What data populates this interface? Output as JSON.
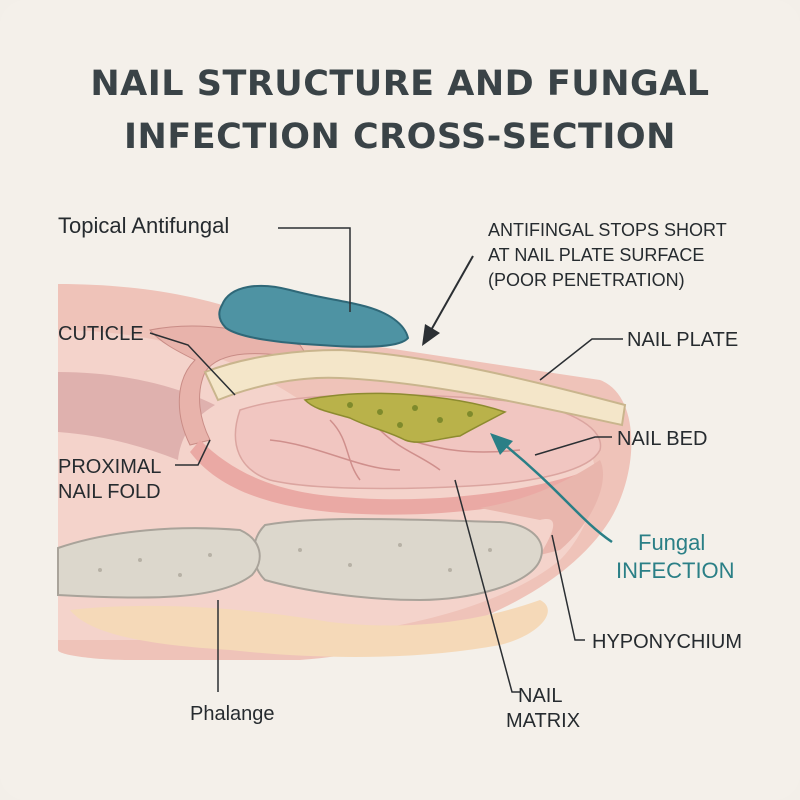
{
  "title": {
    "line1": "NAIL STRUCTURE AND FUNGAL",
    "line2": "INFECTION CROSS-SECTION"
  },
  "labels": {
    "topical": "Topical Antifungal",
    "note_line1": "ANTIFINGAL STOPS SHORT",
    "note_line2": "AT NAIL PLATE SURFACE",
    "note_line3": "(POOR PENETRATION)",
    "cuticle": "CUTICLE",
    "nail_plate": "NAIL PLATE",
    "proximal_line1": "PROXIMAL",
    "proximal_line2": "NAIL FOLD",
    "nail_bed": "NAIL BED",
    "fungal_line1": "Fungal",
    "fungal_line2": "INFECTION",
    "hyponychium": "HYPONYCHIUM",
    "phalange": "Phalange",
    "matrix_line1": "NAIL",
    "matrix_line2": "MATRIX"
  },
  "colors": {
    "background": "#f4f0ea",
    "skin": "#efc6bd",
    "skin_dark": "#e2a8a0",
    "nail_plate": "#f3e6cc",
    "nail_bed": "#f2c9c4",
    "bone": "#dcd8cf",
    "antifungal_gel": "#4e93a3",
    "fungus": "#b9b24a",
    "accent_teal": "#2a7f86",
    "leader_line": "#2b2f33"
  }
}
